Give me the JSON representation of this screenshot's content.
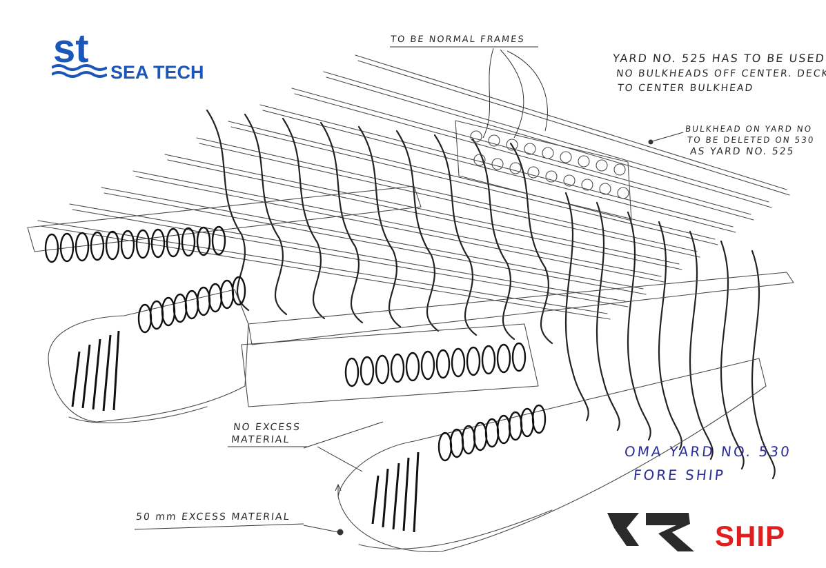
{
  "logos": {
    "top_left": {
      "mark": "st",
      "name": "SEA TECH",
      "color": "#1a57b8"
    },
    "bottom_right": {
      "mark": "KR",
      "name": "SHIP",
      "mark_color": "#2a2a2a",
      "name_color": "#e01e1e"
    }
  },
  "annotations": {
    "normal_frames": "TO BE NORMAL FRAMES",
    "yard_note_line1": "YARD NO. 525 HAS TO BE USED",
    "yard_note_line2": "NO BULKHEADS OFF CENTER. DECK",
    "yard_note_line3": "TO CENTER BULKHEAD",
    "bulkhead_line1": "BULKHEAD ON YARD NO",
    "bulkhead_line2": "TO BE DELETED ON 530",
    "bulkhead_line3": "AS YARD NO. 525",
    "oma_line1": "OMA YARD NO. 530",
    "oma_line2": "FORE SHIP",
    "no_excess_line1": "NO EXCESS",
    "no_excess_line2": "MATERIAL",
    "excess_50mm": "50 mm EXCESS MATERIAL"
  },
  "colors": {
    "ink": "#2a2a2a",
    "blue_ink": "#2b2e9a",
    "brand_blue": "#1a57b8",
    "brand_red": "#e01e1e"
  }
}
